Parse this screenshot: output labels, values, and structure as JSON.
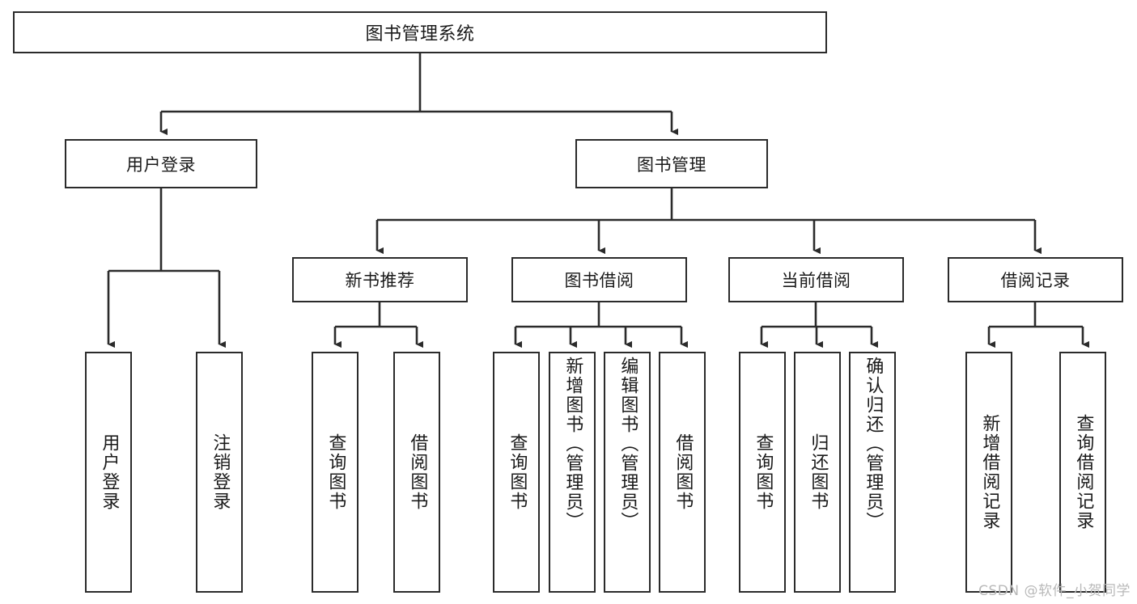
{
  "diagram": {
    "title": "图书管理系统",
    "type": "tree-hierarchy",
    "watermark": "CSDN @软件_小贺同学",
    "colors": {
      "box_border": "#2b2b2b",
      "box_fill": "#ffffff",
      "connector": "#2b2b2b",
      "text": "#1a1a1a",
      "watermark": "#b9b9b9"
    },
    "root": {
      "label": "图书管理系统"
    },
    "level2": [
      {
        "id": "user-login",
        "label": "用户登录"
      },
      {
        "id": "book-manage",
        "label": "图书管理"
      }
    ],
    "level3": [
      {
        "id": "new-book-recommend",
        "label": "新书推荐",
        "parent": "book-manage"
      },
      {
        "id": "book-borrow",
        "label": "图书借阅",
        "parent": "book-manage"
      },
      {
        "id": "current-borrow",
        "label": "当前借阅",
        "parent": "book-manage"
      },
      {
        "id": "borrow-record",
        "label": "借阅记录",
        "parent": "book-manage"
      }
    ],
    "leaves": [
      {
        "id": "leaf-user-login",
        "label": "用户登录",
        "parent": "user-login"
      },
      {
        "id": "leaf-user-logout",
        "label": "注销登录",
        "parent": "user-login"
      },
      {
        "id": "leaf-query-book-1",
        "label": "查询图书",
        "parent": "new-book-recommend"
      },
      {
        "id": "leaf-borrow-book-1",
        "label": "借阅图书",
        "parent": "new-book-recommend"
      },
      {
        "id": "leaf-query-book-2",
        "label": "查询图书",
        "parent": "book-borrow"
      },
      {
        "id": "leaf-add-book",
        "label": "新增图书（管理员）",
        "parent": "book-borrow"
      },
      {
        "id": "leaf-edit-book",
        "label": "编辑图书（管理员）",
        "parent": "book-borrow"
      },
      {
        "id": "leaf-borrow-book-2",
        "label": "借阅图书",
        "parent": "book-borrow"
      },
      {
        "id": "leaf-query-book-3",
        "label": "查询图书",
        "parent": "current-borrow"
      },
      {
        "id": "leaf-return-book",
        "label": "归还图书",
        "parent": "current-borrow"
      },
      {
        "id": "leaf-confirm-return",
        "label": "确认归还（管理员）",
        "parent": "current-borrow"
      },
      {
        "id": "leaf-add-record",
        "label": "新增借阅记录",
        "parent": "borrow-record"
      },
      {
        "id": "leaf-query-record",
        "label": "查询借阅记录",
        "parent": "borrow-record"
      }
    ]
  }
}
